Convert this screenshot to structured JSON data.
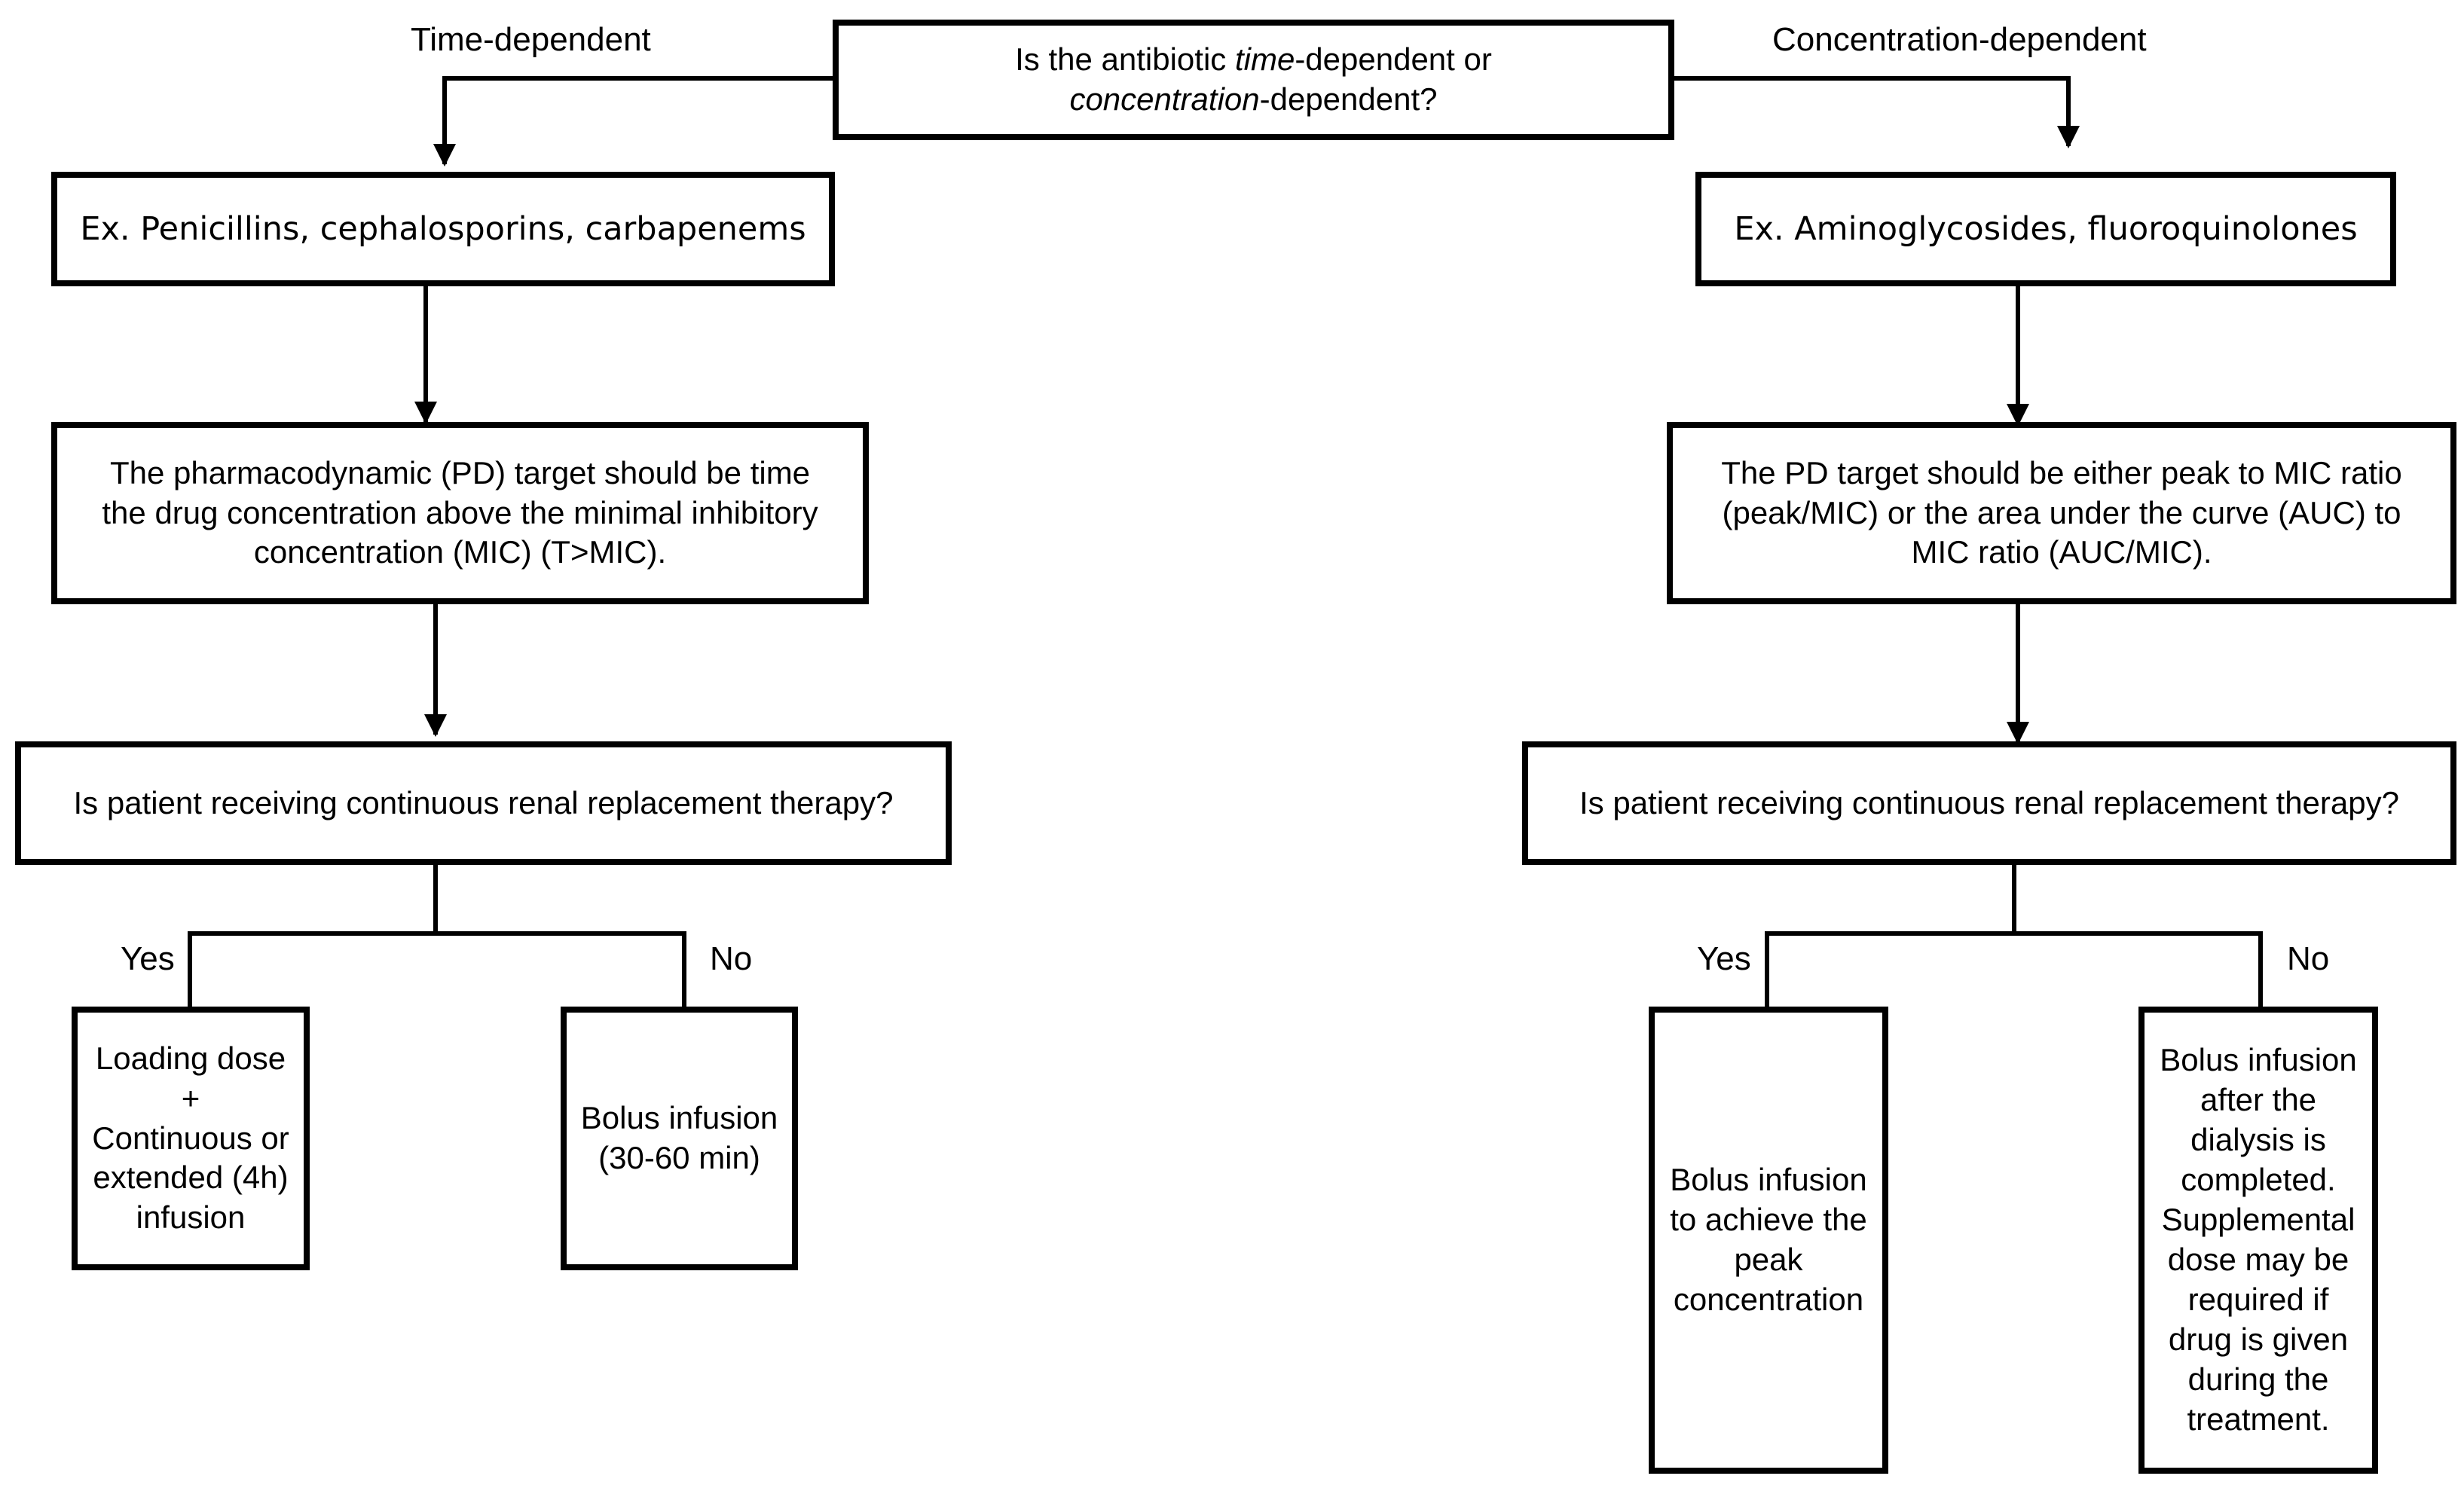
{
  "question": {
    "prefix": "Is the antibiotic ",
    "time_word": "time",
    "mid": "-dependent or",
    "conc_word": "concentration",
    "suffix": "-dependent?"
  },
  "branch_labels": {
    "time": "Time-dependent",
    "conc": "Concentration-dependent"
  },
  "left": {
    "examples": "Ex. Penicillins, cephalosporins, carbapenems",
    "pd_lines": [
      "The pharmacodynamic (PD) target should be time",
      "the drug concentration above the minimal inhibitory",
      "concentration (MIC) (T>MIC)."
    ],
    "crrt": "Is patient receiving continuous renal replacement therapy?",
    "yes_label": "Yes",
    "no_label": "No",
    "yes_lines": [
      "Loading dose",
      "+",
      "Continuous or",
      "extended (4h)",
      "infusion"
    ],
    "no_lines": [
      "Bolus infusion",
      "(30-60 min)"
    ]
  },
  "right": {
    "examples": "Ex. Aminoglycosides, fluoroquinolones",
    "pd_lines": [
      "The PD target should be either peak to MIC ratio",
      "(peak/MIC) or the area under the curve (AUC) to",
      "MIC ratio (AUC/MIC)."
    ],
    "crrt": "Is patient receiving continuous renal replacement therapy?",
    "yes_label": "Yes",
    "no_label": "No",
    "yes_lines": [
      "Bolus infusion",
      "to achieve the",
      "peak",
      "concentration"
    ],
    "no_lines": [
      "Bolus infusion",
      "after the",
      "dialysis is",
      "completed.",
      "Supplemental",
      "dose may be",
      "required if",
      "drug is given",
      "during the",
      "treatment."
    ]
  }
}
